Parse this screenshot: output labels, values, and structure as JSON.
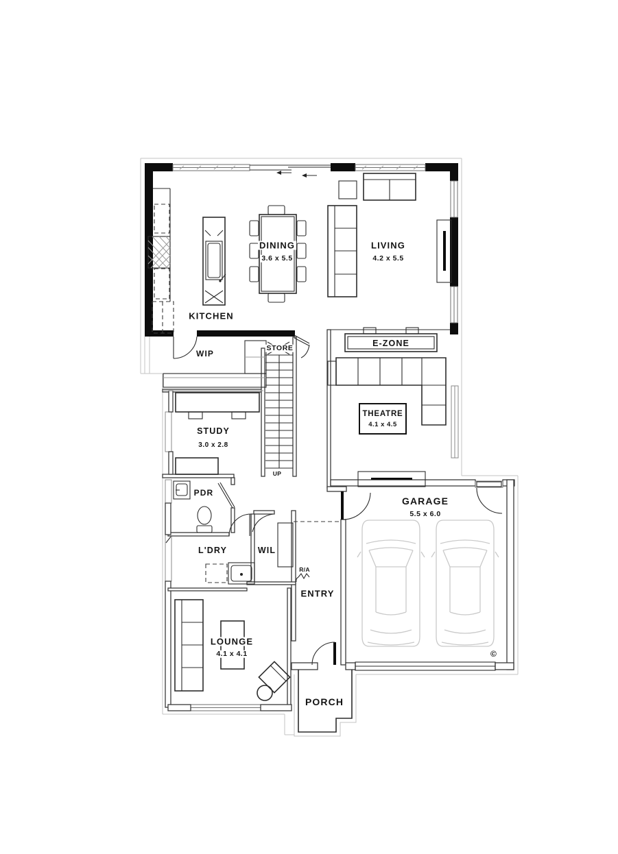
{
  "plan": {
    "rooms": {
      "kitchen": {
        "label": "KITCHEN",
        "dims": ""
      },
      "dining": {
        "label": "DINING",
        "dims": "3.6 x 5.5"
      },
      "living": {
        "label": "LIVING",
        "dims": "4.2 x 5.5"
      },
      "wip": {
        "label": "WIP",
        "dims": ""
      },
      "store": {
        "label": "STORE",
        "dims": ""
      },
      "ezone": {
        "label": "E-ZONE",
        "dims": ""
      },
      "theatre": {
        "label": "THEATRE",
        "dims": "4.1 x 4.5"
      },
      "study": {
        "label": "STUDY",
        "dims": "3.0 x 2.8"
      },
      "pdr": {
        "label": "PDR",
        "dims": ""
      },
      "ldry": {
        "label": "L'DRY",
        "dims": ""
      },
      "wil": {
        "label": "WIL",
        "dims": ""
      },
      "entry": {
        "label": "ENTRY",
        "dims": ""
      },
      "garage": {
        "label": "GARAGE",
        "dims": "5.5 x 6.0"
      },
      "lounge": {
        "label": "LOUNGE",
        "dims": "4.1 x 4.1"
      },
      "porch": {
        "label": "PORCH",
        "dims": ""
      }
    },
    "annotations": {
      "stair_direction": "UP",
      "return_air": "R/A",
      "copyright": "©"
    },
    "colors": {
      "wall": "#0d0d0d",
      "line": "#2b2b2b",
      "light_line": "#9b9b9b",
      "ghost": "#c9c9c9",
      "background": "#ffffff"
    }
  }
}
